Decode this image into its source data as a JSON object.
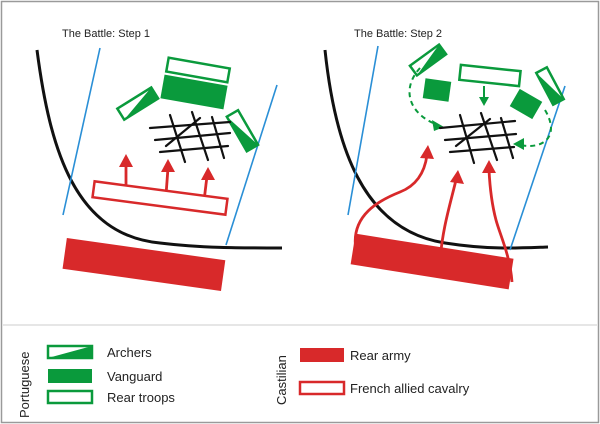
{
  "titles": {
    "step1": "The Battle: Step 1",
    "step2": "The Battle: Step 2"
  },
  "legend": {
    "portuguese_label": "Portuguese",
    "castilian_label": "Castilian",
    "archers": "Archers",
    "vanguard": "Vanguard",
    "rear_troops": "Rear troops",
    "rear_army": "Rear army",
    "french_cavalry": "French allied cavalry"
  },
  "colors": {
    "portuguese_green": "#0a9a3c",
    "castilian_red": "#d8292a",
    "stream_blue": "#2a8fd6",
    "terrain_black": "#111111",
    "frame": "#9a9a9a"
  }
}
